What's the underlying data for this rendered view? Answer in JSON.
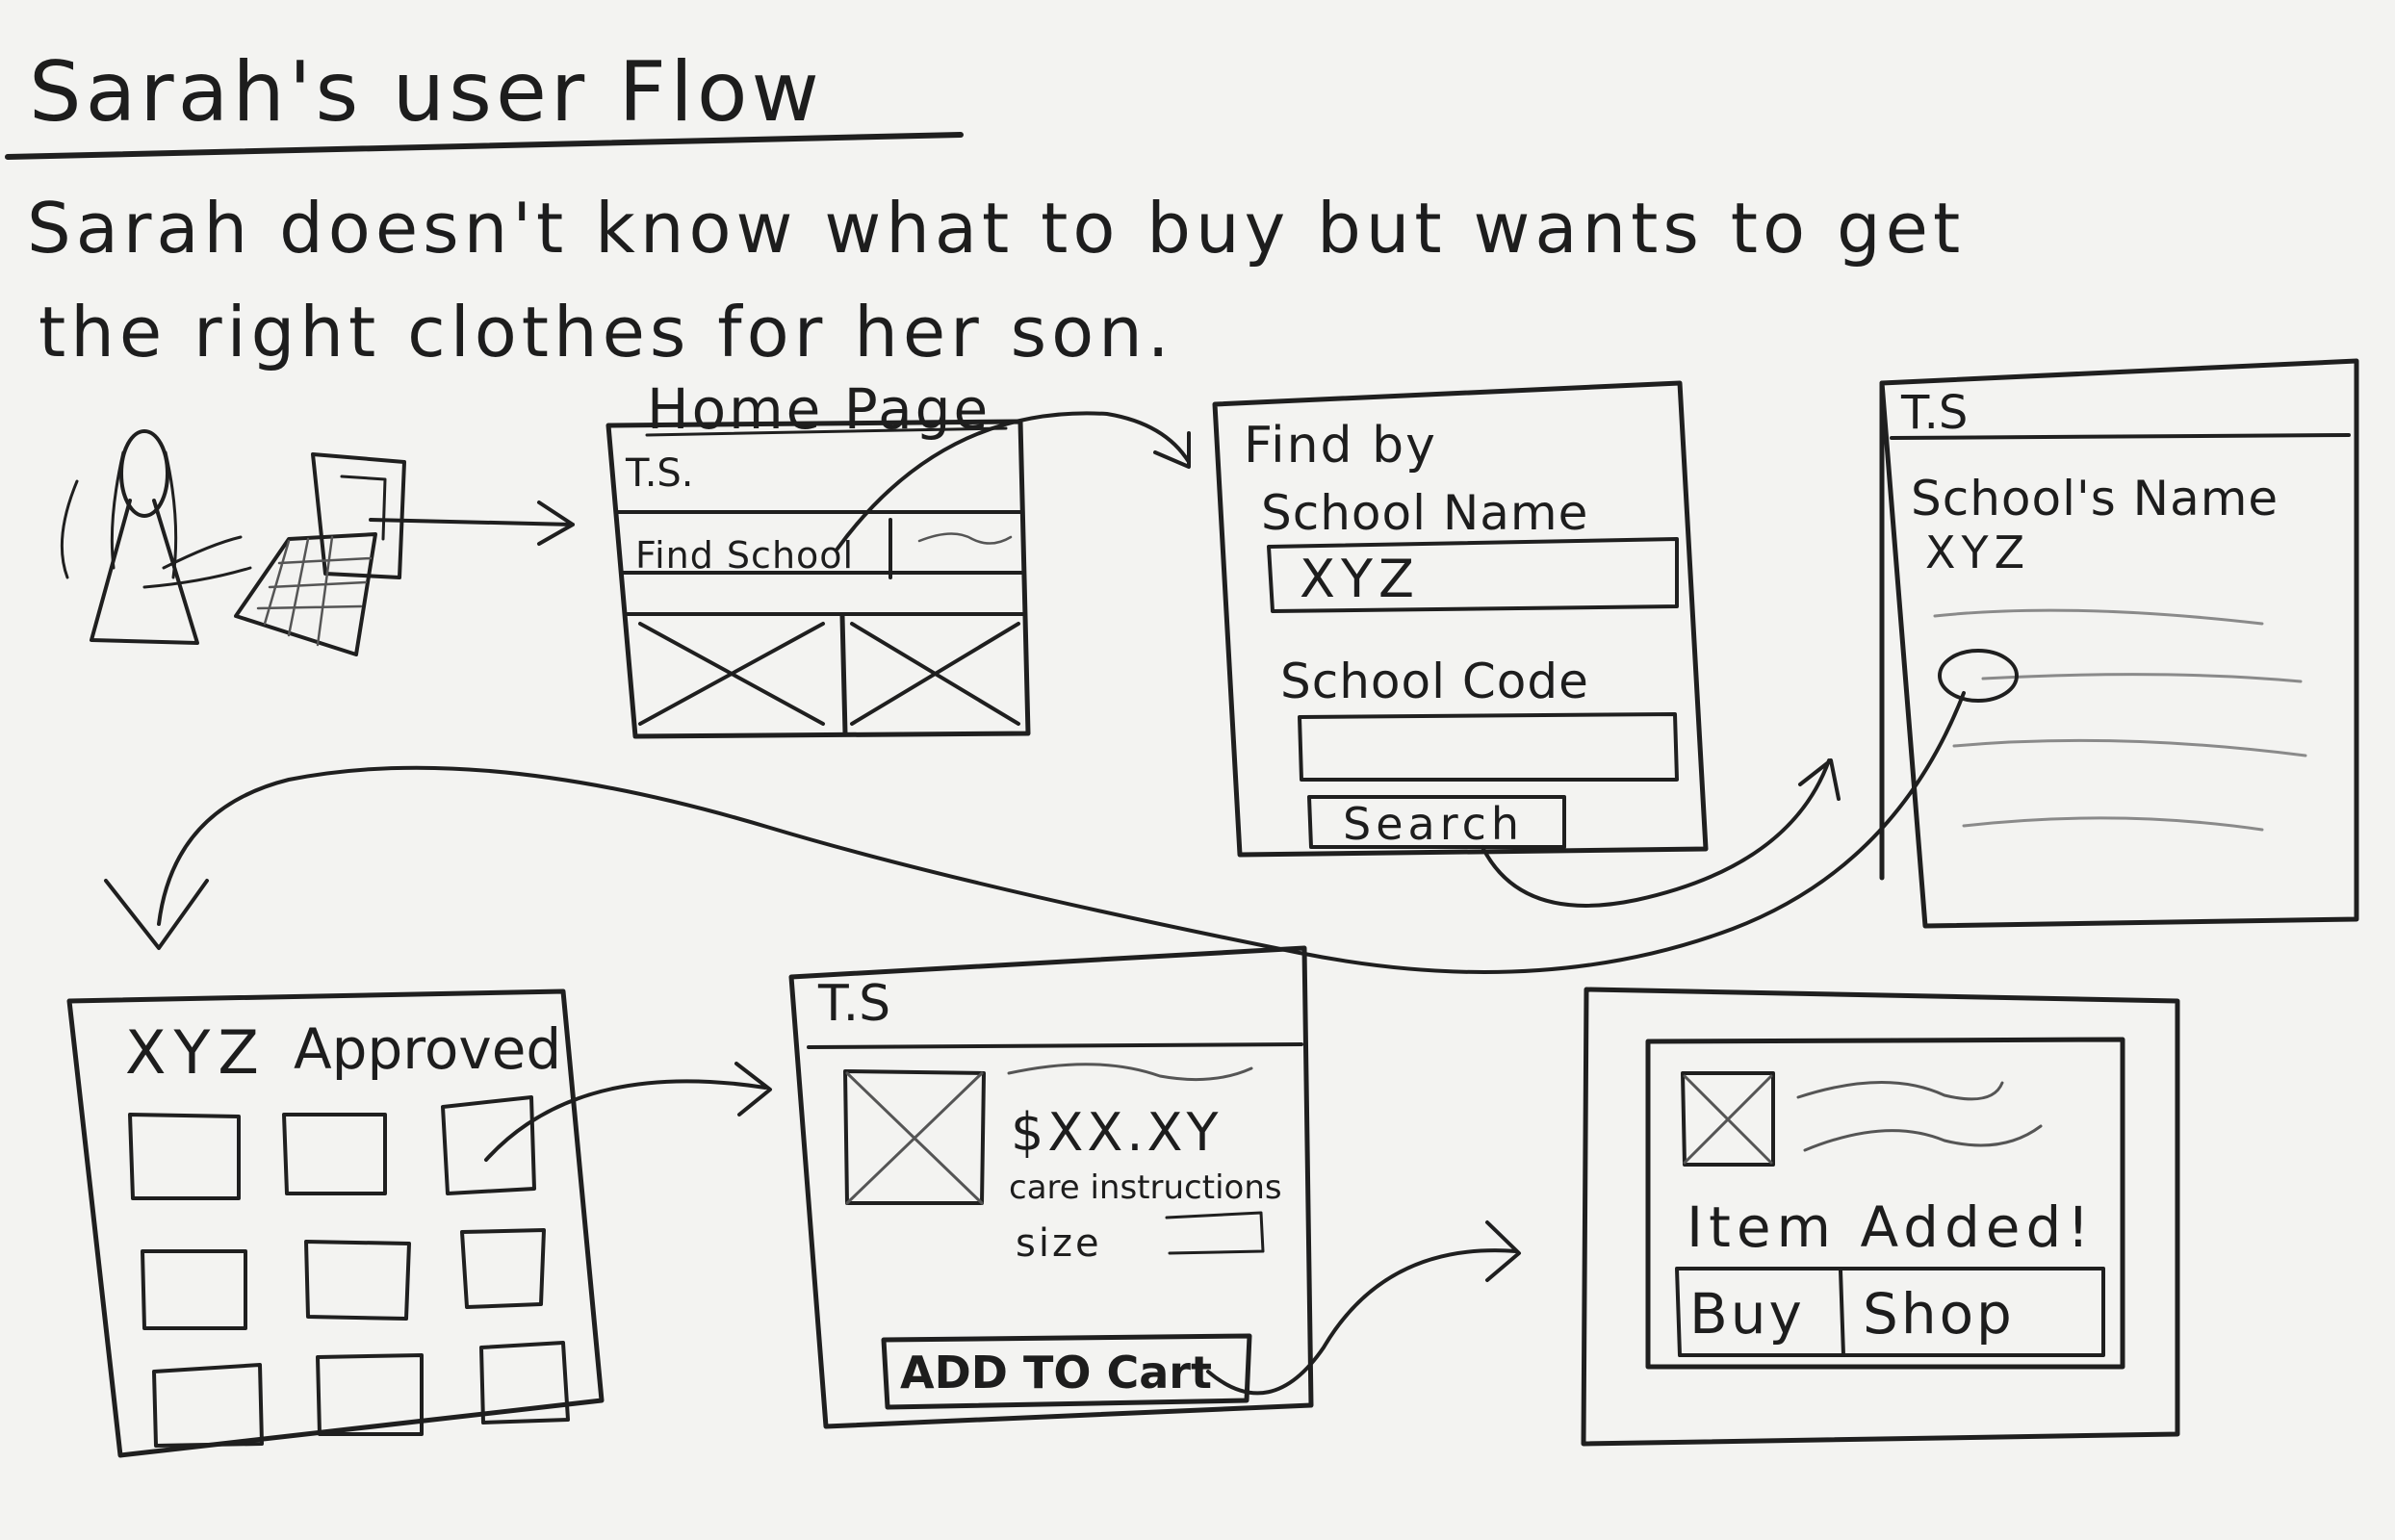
{
  "title": "Sarah's user Flow",
  "description_line1": "Sarah doesn't know what to buy but wants to get",
  "description_line2": "the right clothes for her son.",
  "homepage": {
    "label": "Home Page",
    "logo": "T.S.",
    "search_text": "Find School"
  },
  "find_screen": {
    "heading": "Find by",
    "school_name_label": "School Name",
    "school_name_value": "XYZ",
    "school_code_label": "School Code",
    "search_button": "Search"
  },
  "results_screen": {
    "logo": "T.S",
    "school_name_label": "School's Name",
    "school_name_value": "XYZ"
  },
  "approved_screen": {
    "heading_value": "XYZ",
    "heading_label": "Approved"
  },
  "product_screen": {
    "logo": "T.S",
    "price": "$XX.XY",
    "care": "care instructions",
    "size": "size",
    "add_button": "ADD TO Cart"
  },
  "added_screen": {
    "message": "Item Added!",
    "buy_button": "Buy",
    "shop_button": "Shop"
  }
}
